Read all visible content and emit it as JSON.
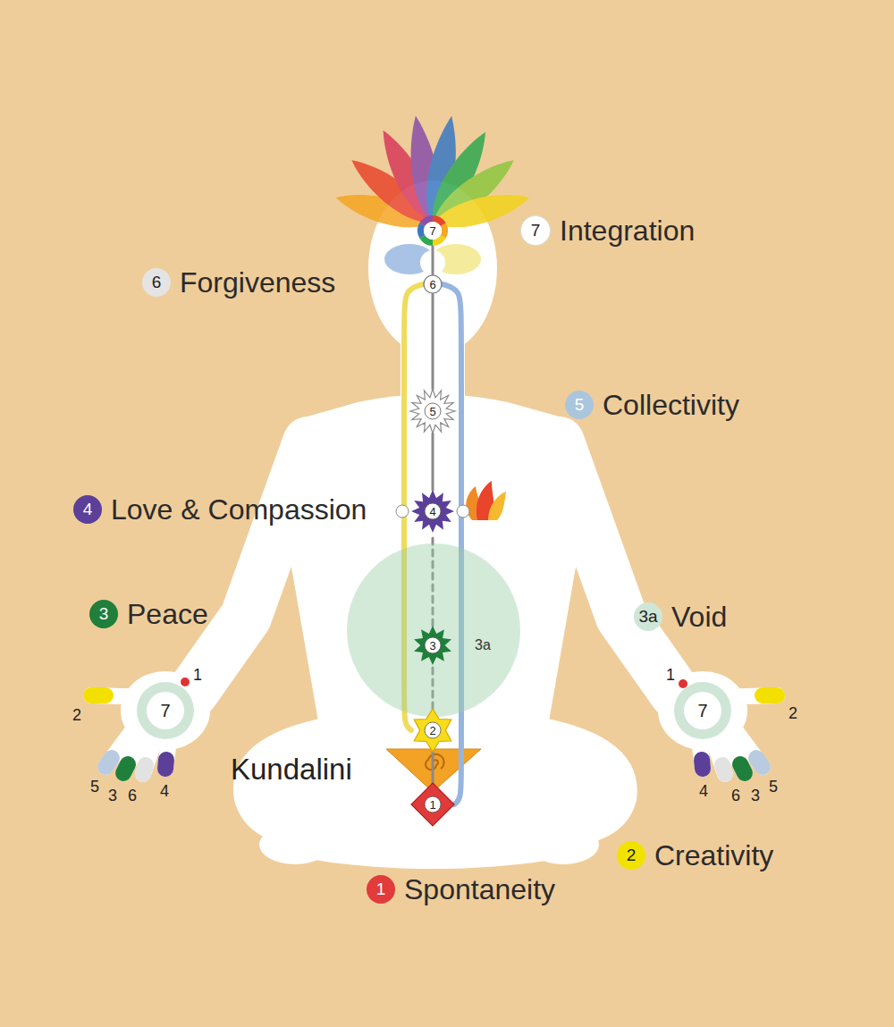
{
  "diagram": {
    "nodes": [
      {
        "text": [
          "7"
        ]
      },
      {
        "text": [
          "7",
          "Integration"
        ]
      },
      {
        "text": [
          "6",
          "Forgiveness"
        ]
      },
      {
        "text": [
          "6"
        ]
      },
      {
        "text": [
          "5",
          "Collectivity"
        ]
      },
      {
        "text": [
          "5"
        ]
      },
      {
        "text": [
          "4",
          "Love & Compassion"
        ]
      },
      {
        "text": [
          "4"
        ]
      },
      {
        "text": [
          "3",
          "Peace"
        ]
      },
      {
        "text": [
          "3a",
          "Void"
        ]
      },
      {
        "text": [
          "3a"
        ]
      },
      {
        "text": [
          "3"
        ],
        "in": 10
      },
      {
        "text": [
          "7"
        ]
      },
      {
        "text": [
          "7"
        ]
      },
      {
        "text": [
          "2"
        ]
      },
      {
        "text": [
          "1"
        ]
      },
      {
        "text": [
          "2",
          "Creativity"
        ]
      },
      {
        "text": [
          "1",
          "Spontaneity"
        ]
      }
    ],
    "edges": [
      {
        "from": 15,
        "to": 14,
        "arrow": "none"
      },
      {
        "from": 14,
        "to": 11,
        "arrow": "none"
      },
      {
        "from": 11,
        "to": 7,
        "arrow": "none"
      },
      {
        "from": 7,
        "to": 5,
        "arrow": "none"
      },
      {
        "from": 5,
        "to": 3,
        "arrow": "none"
      },
      {
        "from": 3,
        "to": 0,
        "arrow": "none"
      },
      {
        "from": 14,
        "to": 3,
        "arrow": "none"
      },
      {
        "from": 15,
        "to": 3,
        "arrow": "none"
      }
    ],
    "labels": [
      "Kundalini",
      "1",
      "2",
      "5",
      "3",
      "6",
      "4",
      "1",
      "2",
      "4",
      "6",
      "3",
      "5"
    ]
  }
}
